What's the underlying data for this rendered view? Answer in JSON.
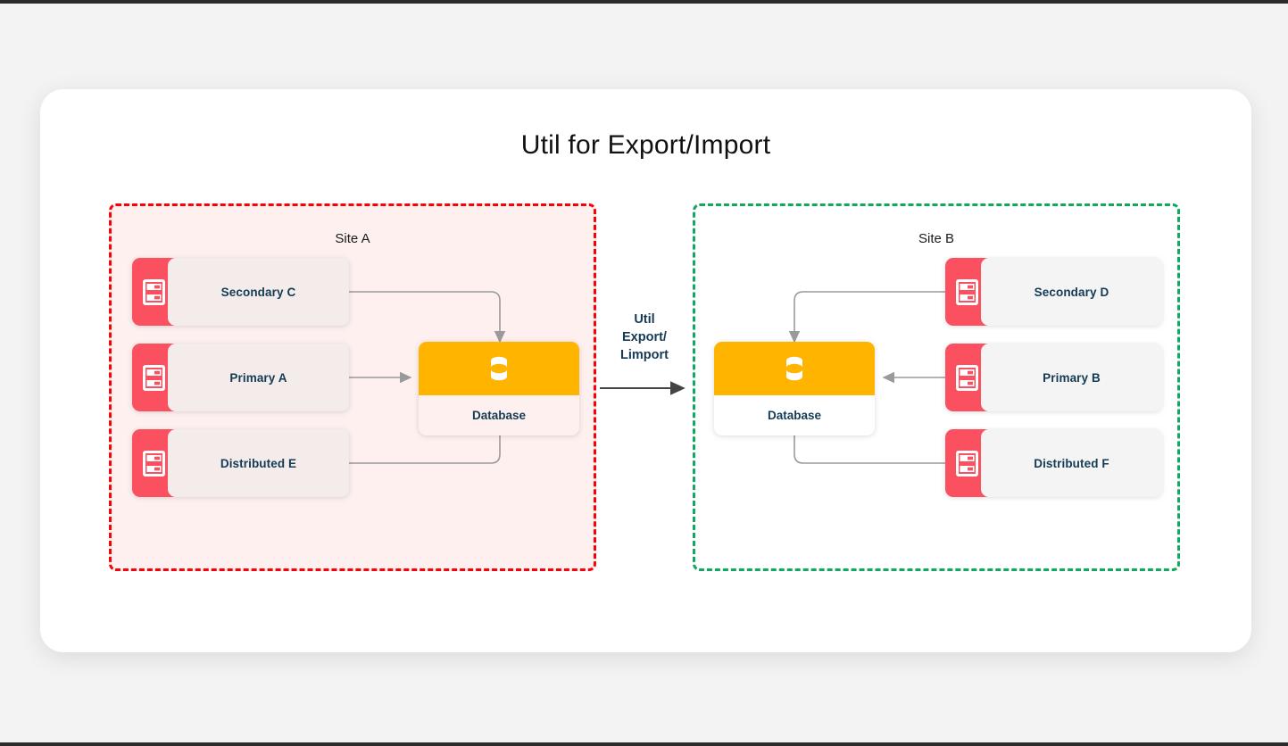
{
  "title": "Util for Export/Import",
  "colors": {
    "page_background": "#f3f3f3",
    "card_background": "#ffffff",
    "site_a_border": "#fb0007",
    "site_a_fill": "#fdf0ef",
    "site_b_border": "#0faa5f",
    "site_b_fill": "#ffffff",
    "node_icon": "#fb5060",
    "node_label": "#143a55",
    "database_header": "#ffb400",
    "connector": "#9a9a9a",
    "transfer_arrow": "#444444"
  },
  "site_a": {
    "label": "Site A",
    "nodes": [
      {
        "label": "Secondary C",
        "icon": "server-icon"
      },
      {
        "label": "Primary A",
        "icon": "server-icon"
      },
      {
        "label": "Distributed E",
        "icon": "server-icon"
      }
    ],
    "database": {
      "label": "Database",
      "icon": "database-icon"
    }
  },
  "site_b": {
    "label": "Site B",
    "nodes": [
      {
        "label": "Secondary D",
        "icon": "server-icon"
      },
      {
        "label": "Primary B",
        "icon": "server-icon"
      },
      {
        "label": "Distributed F",
        "icon": "server-icon"
      }
    ],
    "database": {
      "label": "Database",
      "icon": "database-icon"
    }
  },
  "transfer": {
    "line1": "Util",
    "line2": "Export/",
    "line3": "Limport",
    "direction": "site-a-to-site-b"
  }
}
